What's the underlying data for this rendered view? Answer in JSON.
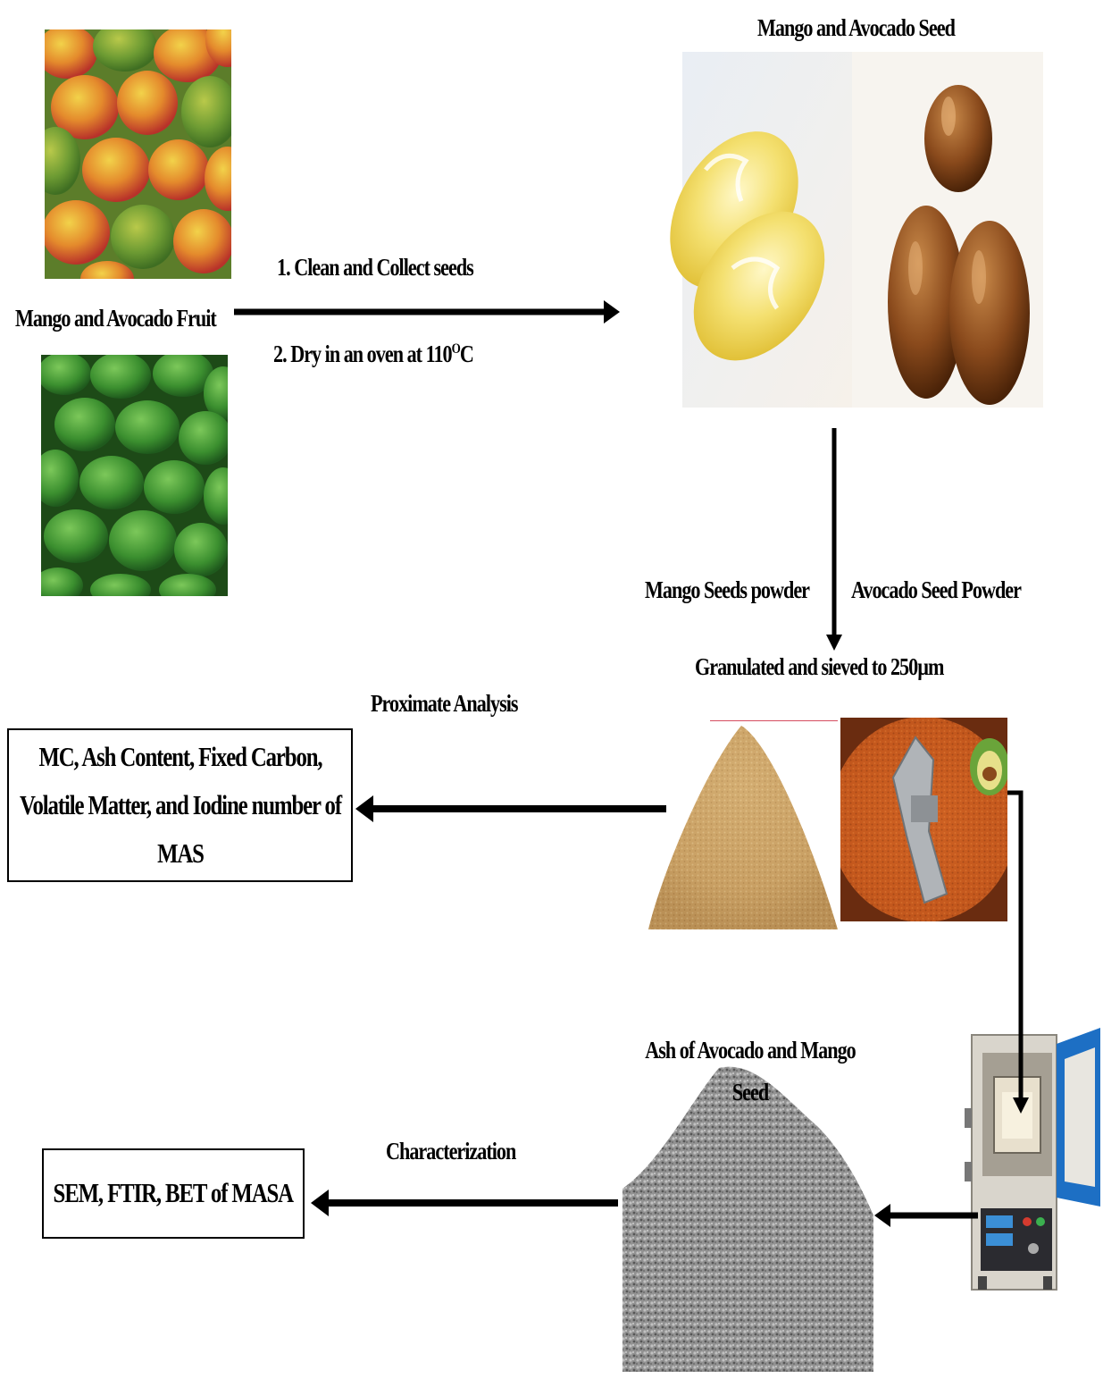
{
  "fruit_label": "Mango and Avocado Fruit",
  "seed_label": "Mango and Avocado Seed",
  "step1": "1. Clean and Collect seeds",
  "step2_prefix": "2. Dry in an oven at 110",
  "step2_degree": "O",
  "step2_suffix": "C",
  "mango_powder_label": "Mango Seeds powder",
  "avocado_powder_label": "Avocado Seed Powder",
  "granulated_label": "Granulated and sieved to 250µm",
  "proximate_label": "Proximate Analysis",
  "proximate_box_line1": "MC, Ash Content, Fixed Carbon,",
  "proximate_box_line2": "Volatile Matter, and Iodine number of",
  "proximate_box_line3": "MAS",
  "ash_label_line1": "Ash of  Avocado and Mango",
  "ash_label_line2": "Seed",
  "characterization_label": "Characterization",
  "characterization_box": "SEM, FTIR, BET of MASA",
  "colors": {
    "mango_red": "#c8392b",
    "mango_yellow": "#e8b63a",
    "avocado_green": "#3f9a35",
    "seed_brown": "#8a4a1c",
    "powder_tan": "#c9a064",
    "powder_orange": "#c65a1e",
    "furnace_blue": "#1d6fc4",
    "ash_gray": "#8a8a8a"
  }
}
